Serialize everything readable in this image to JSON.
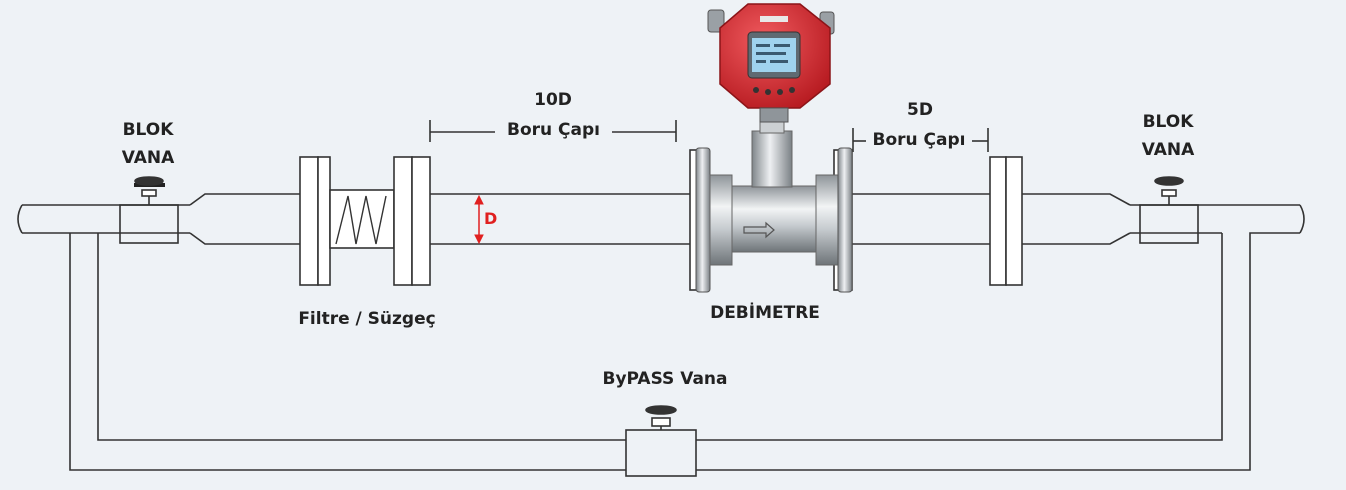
{
  "labels": {
    "valve_left_line1": "BLOK",
    "valve_left_line2": "VANA",
    "valve_right_line1": "BLOK",
    "valve_right_line2": "VANA",
    "upstream_length": "10D",
    "upstream_caption": "Boru Çapı",
    "downstream_length": "5D",
    "downstream_caption": "Boru Çapı",
    "diameter_marker": "D",
    "filter": "Filtre / Süzgeç",
    "flowmeter": "DEBİMETRE",
    "bypass": "ByPASS Vana"
  },
  "colors": {
    "background": "#eef2f6",
    "line": "#333333",
    "diameter_marker": "#e02020",
    "transmitter_red": "#d7262b",
    "display": "#9fd3ee",
    "steel": "#c8ccd0"
  }
}
